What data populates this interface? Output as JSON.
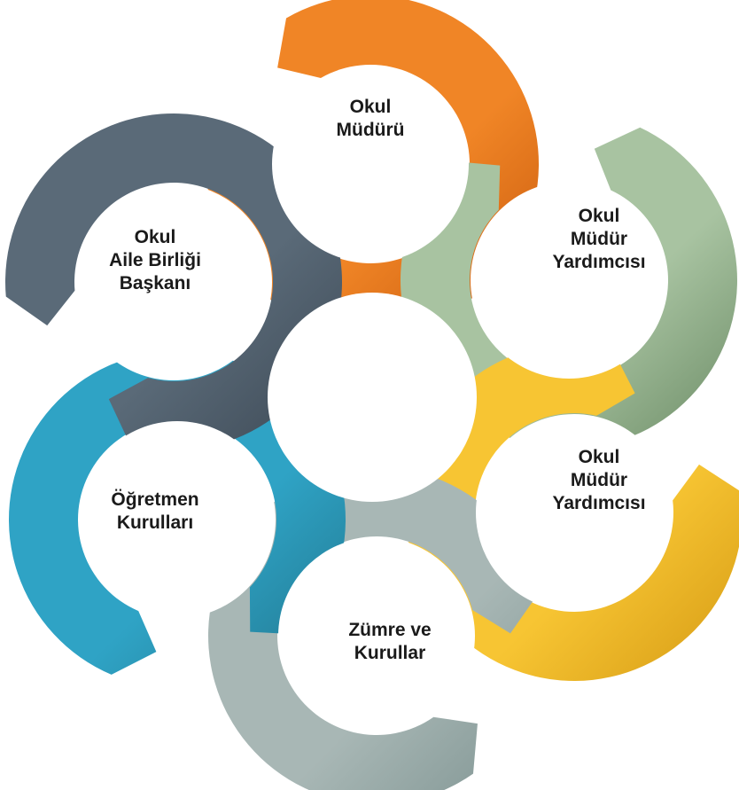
{
  "diagram": {
    "segments": [
      {
        "id": "okul-muduru",
        "lines": [
          "Okul",
          "Müdürü"
        ],
        "color": "#F08526",
        "dark": "#C6570B"
      },
      {
        "id": "okul-mudur-yardimcisi-1",
        "lines": [
          "Okul",
          "Müdür",
          "Yardımcısı"
        ],
        "color": "#A8C3A1",
        "dark": "#6B8B65"
      },
      {
        "id": "okul-mudur-yardimcisi-2",
        "lines": [
          "Okul",
          "Müdür",
          "Yardımcısı"
        ],
        "color": "#F7C533",
        "dark": "#D59A14"
      },
      {
        "id": "zumre-ve-kurullar",
        "lines": [
          "Zümre ve",
          "Kurullar"
        ],
        "color": "#A8B7B5",
        "dark": "#7E9391"
      },
      {
        "id": "ogretmen-kurullari",
        "lines": [
          "Öğretmen",
          "Kurulları"
        ],
        "color": "#2FA3C5",
        "dark": "#21778F"
      },
      {
        "id": "okul-aile-birligi-baskani",
        "lines": [
          "Okul",
          "Aile Birliği",
          "Başkanı"
        ],
        "color": "#5A6A78",
        "dark": "#3C4854"
      }
    ]
  }
}
